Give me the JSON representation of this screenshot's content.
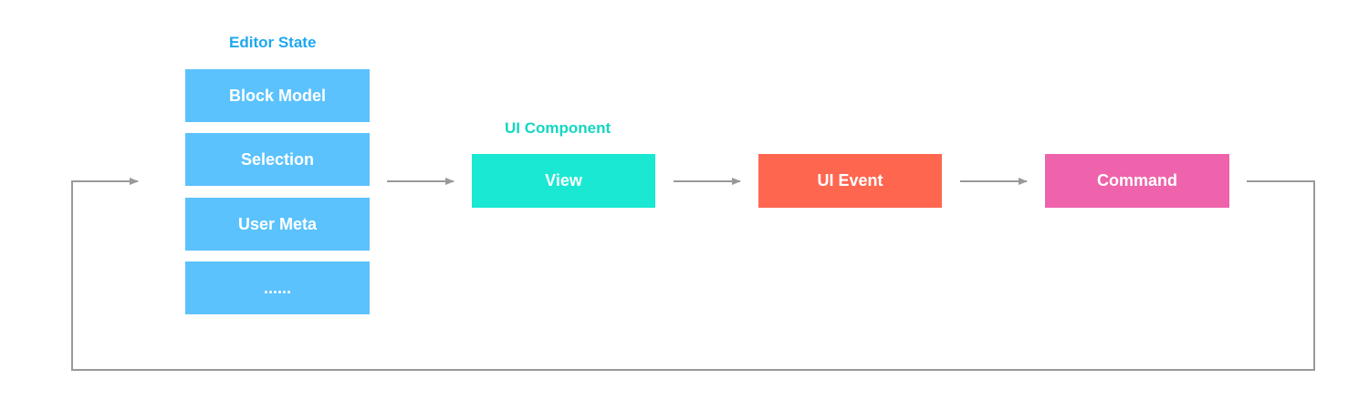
{
  "editor_state": {
    "title": "Editor State",
    "items": [
      "Block Model",
      "Selection",
      "User Meta",
      "......"
    ]
  },
  "ui_component": {
    "title": "UI Component",
    "view_label": "View"
  },
  "ui_event_label": "UI Event",
  "command_label": "Command",
  "colors": {
    "editor_state_title": "#1ea7f0",
    "editor_state_box": "#5bc2fd",
    "ui_component_title": "#14d6c1",
    "view_box": "#1ae8d2",
    "ui_event_box": "#ff6650",
    "command_box": "#ee63ab",
    "connector": "#999999"
  }
}
